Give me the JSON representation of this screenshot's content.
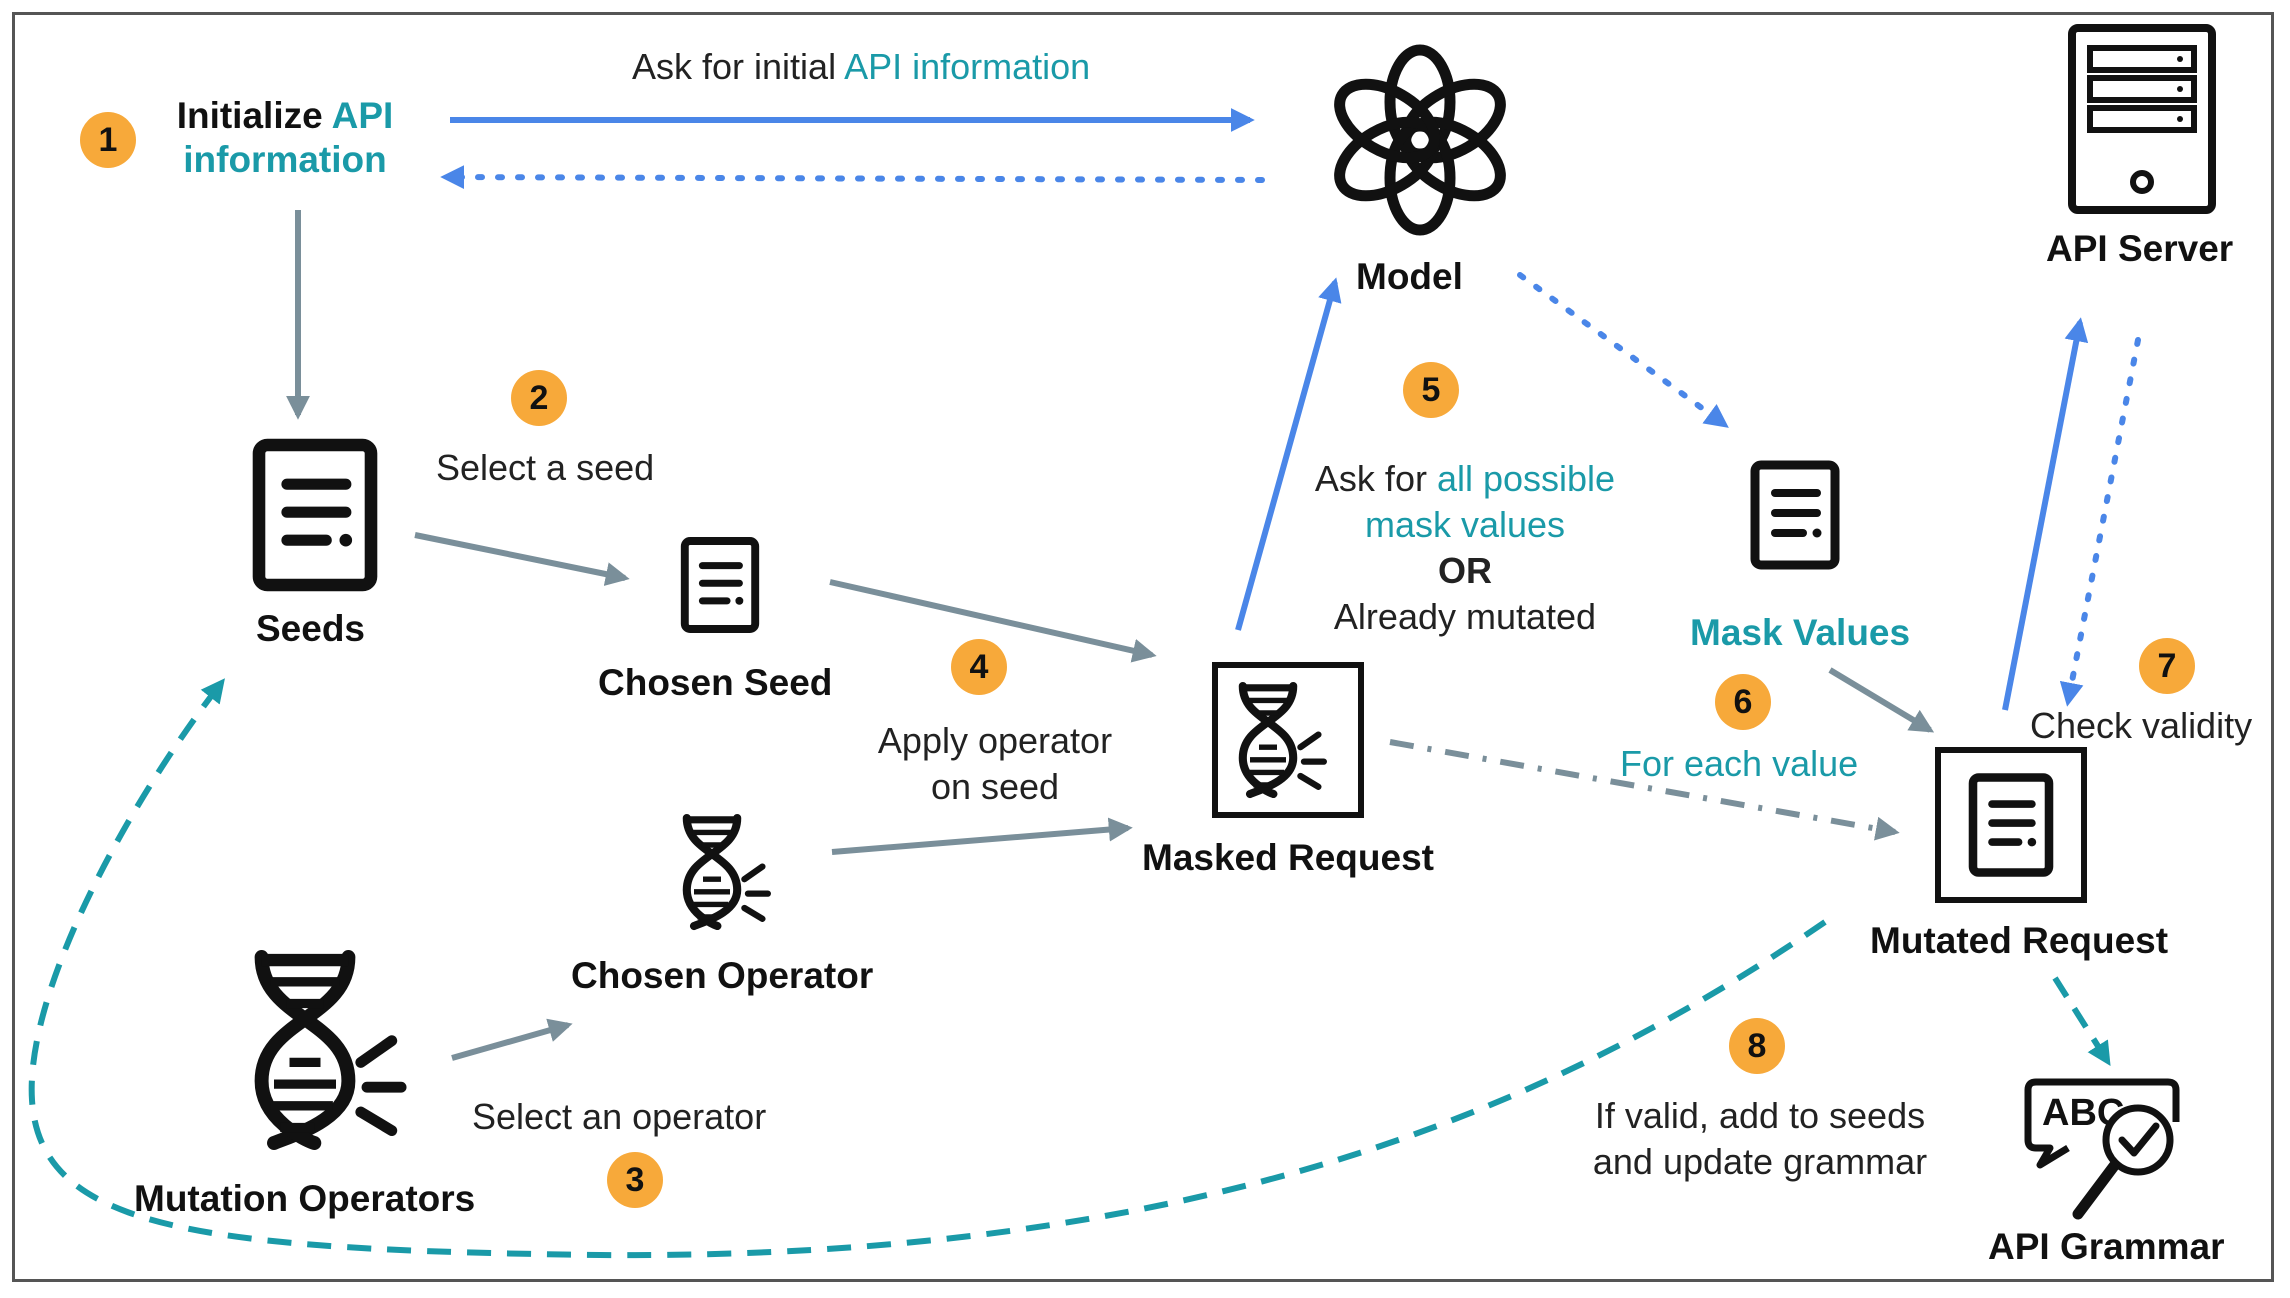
{
  "colors": {
    "blue": "#4a86e8",
    "gray": "#7a8f9a",
    "teal": "#1a9aa8",
    "badge": "#f7a93a"
  },
  "steps": {
    "s1": "1",
    "s2": "2",
    "s3": "3",
    "s4": "4",
    "s5": "5",
    "s6": "6",
    "s7": "7",
    "s8": "8"
  },
  "labels": {
    "initialize_prefix": "Initialize ",
    "initialize_api": "API",
    "initialize_info": "information",
    "ask_initial_prefix": "Ask for initial ",
    "ask_initial_highlight": "API information",
    "model": "Model",
    "api_server": "API Server",
    "seeds": "Seeds",
    "select_seed": "Select a seed",
    "chosen_seed": "Chosen Seed",
    "apply_operator_line1": "Apply operator",
    "apply_operator_line2": "on seed",
    "chosen_operator": "Chosen Operator",
    "mutation_operators": "Mutation Operators",
    "select_operator": "Select an operator",
    "masked_request": "Masked Request",
    "ask_for_prefix": "Ask for ",
    "ask_for_highlight1": "all possible",
    "ask_for_highlight2": "mask values",
    "or": "OR",
    "already_mutated": "Already mutated",
    "mask_values": "Mask Values",
    "for_each_value": "For each value",
    "mutated_request": "Mutated Request",
    "check_validity": "Check validity",
    "if_valid_line1": "If valid, add to seeds",
    "if_valid_line2": "and update grammar",
    "api_grammar": "API Grammar",
    "abc": "ABC"
  },
  "icons": {
    "model": "openai-logo-icon",
    "server": "server-tower-icon",
    "document": "document-icon",
    "dna": "dna-mutation-icon",
    "grammar": "abc-magnifier-check-icon"
  }
}
